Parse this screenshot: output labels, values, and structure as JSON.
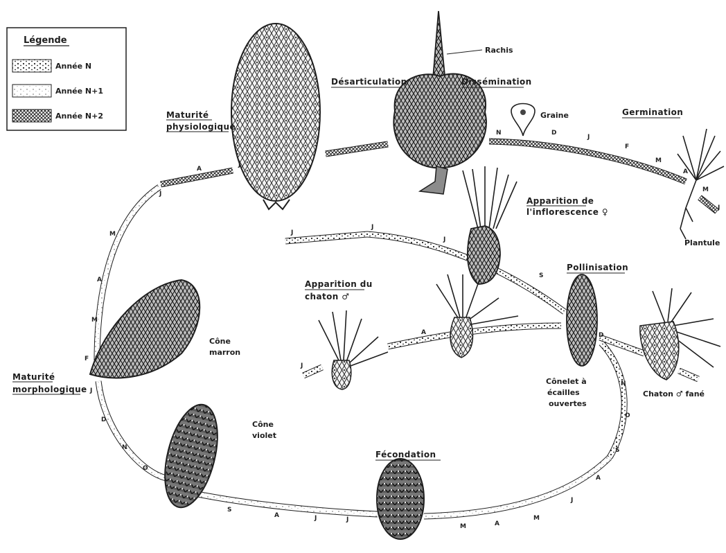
{
  "legend": {
    "title": "Légende",
    "items": [
      {
        "label": "Année  N",
        "pattern": "dots"
      },
      {
        "label": "Année  N+1",
        "pattern": "light-dots"
      },
      {
        "label": "Année  N+2",
        "pattern": "crosshatch"
      }
    ]
  },
  "stages": {
    "maturite_physiologique": [
      "Maturité",
      "physiologique"
    ],
    "desarticulation": "Désarticulation",
    "dissemination": "Dissémination",
    "germination": "Germination",
    "apparition_inflorescence": [
      "Apparition de",
      "l'inflorescence ♀"
    ],
    "pollinisation": "Pollinisation",
    "apparition_chaton": [
      "Apparition du",
      "chaton ♂"
    ],
    "maturite_morphologique": [
      "Maturité",
      "morphologique"
    ],
    "fecondation": "Fécondation"
  },
  "labels": {
    "rachis": "Rachis",
    "graine": "Graine",
    "plantule": "Plantule",
    "cone_marron": [
      "Cône",
      "marron"
    ],
    "cone_violet": [
      "Cône",
      "violet"
    ],
    "conelet": [
      "Cônelet à",
      "écailles",
      "ouvertes"
    ],
    "chaton_fane": "Chaton ♂ fané"
  },
  "months": {
    "top_left": [
      "J",
      "A",
      "J",
      "M",
      "A",
      "M",
      "F"
    ],
    "left_lower": [
      "J",
      "D",
      "N",
      "O"
    ],
    "bottom": [
      "S",
      "A",
      "J",
      "J",
      "M",
      "A",
      "M"
    ],
    "right_lower": [
      "D",
      "N",
      "O",
      "S",
      "A",
      "J"
    ],
    "top_right": [
      "N",
      "D",
      "J",
      "F",
      "M",
      "A",
      "M",
      "J"
    ],
    "middle": [
      "J",
      "J",
      "J",
      "S",
      "A"
    ],
    "lower_left": [
      "J"
    ]
  },
  "colors": {
    "ink": "#1e1e1e",
    "paper": "#ffffff"
  }
}
